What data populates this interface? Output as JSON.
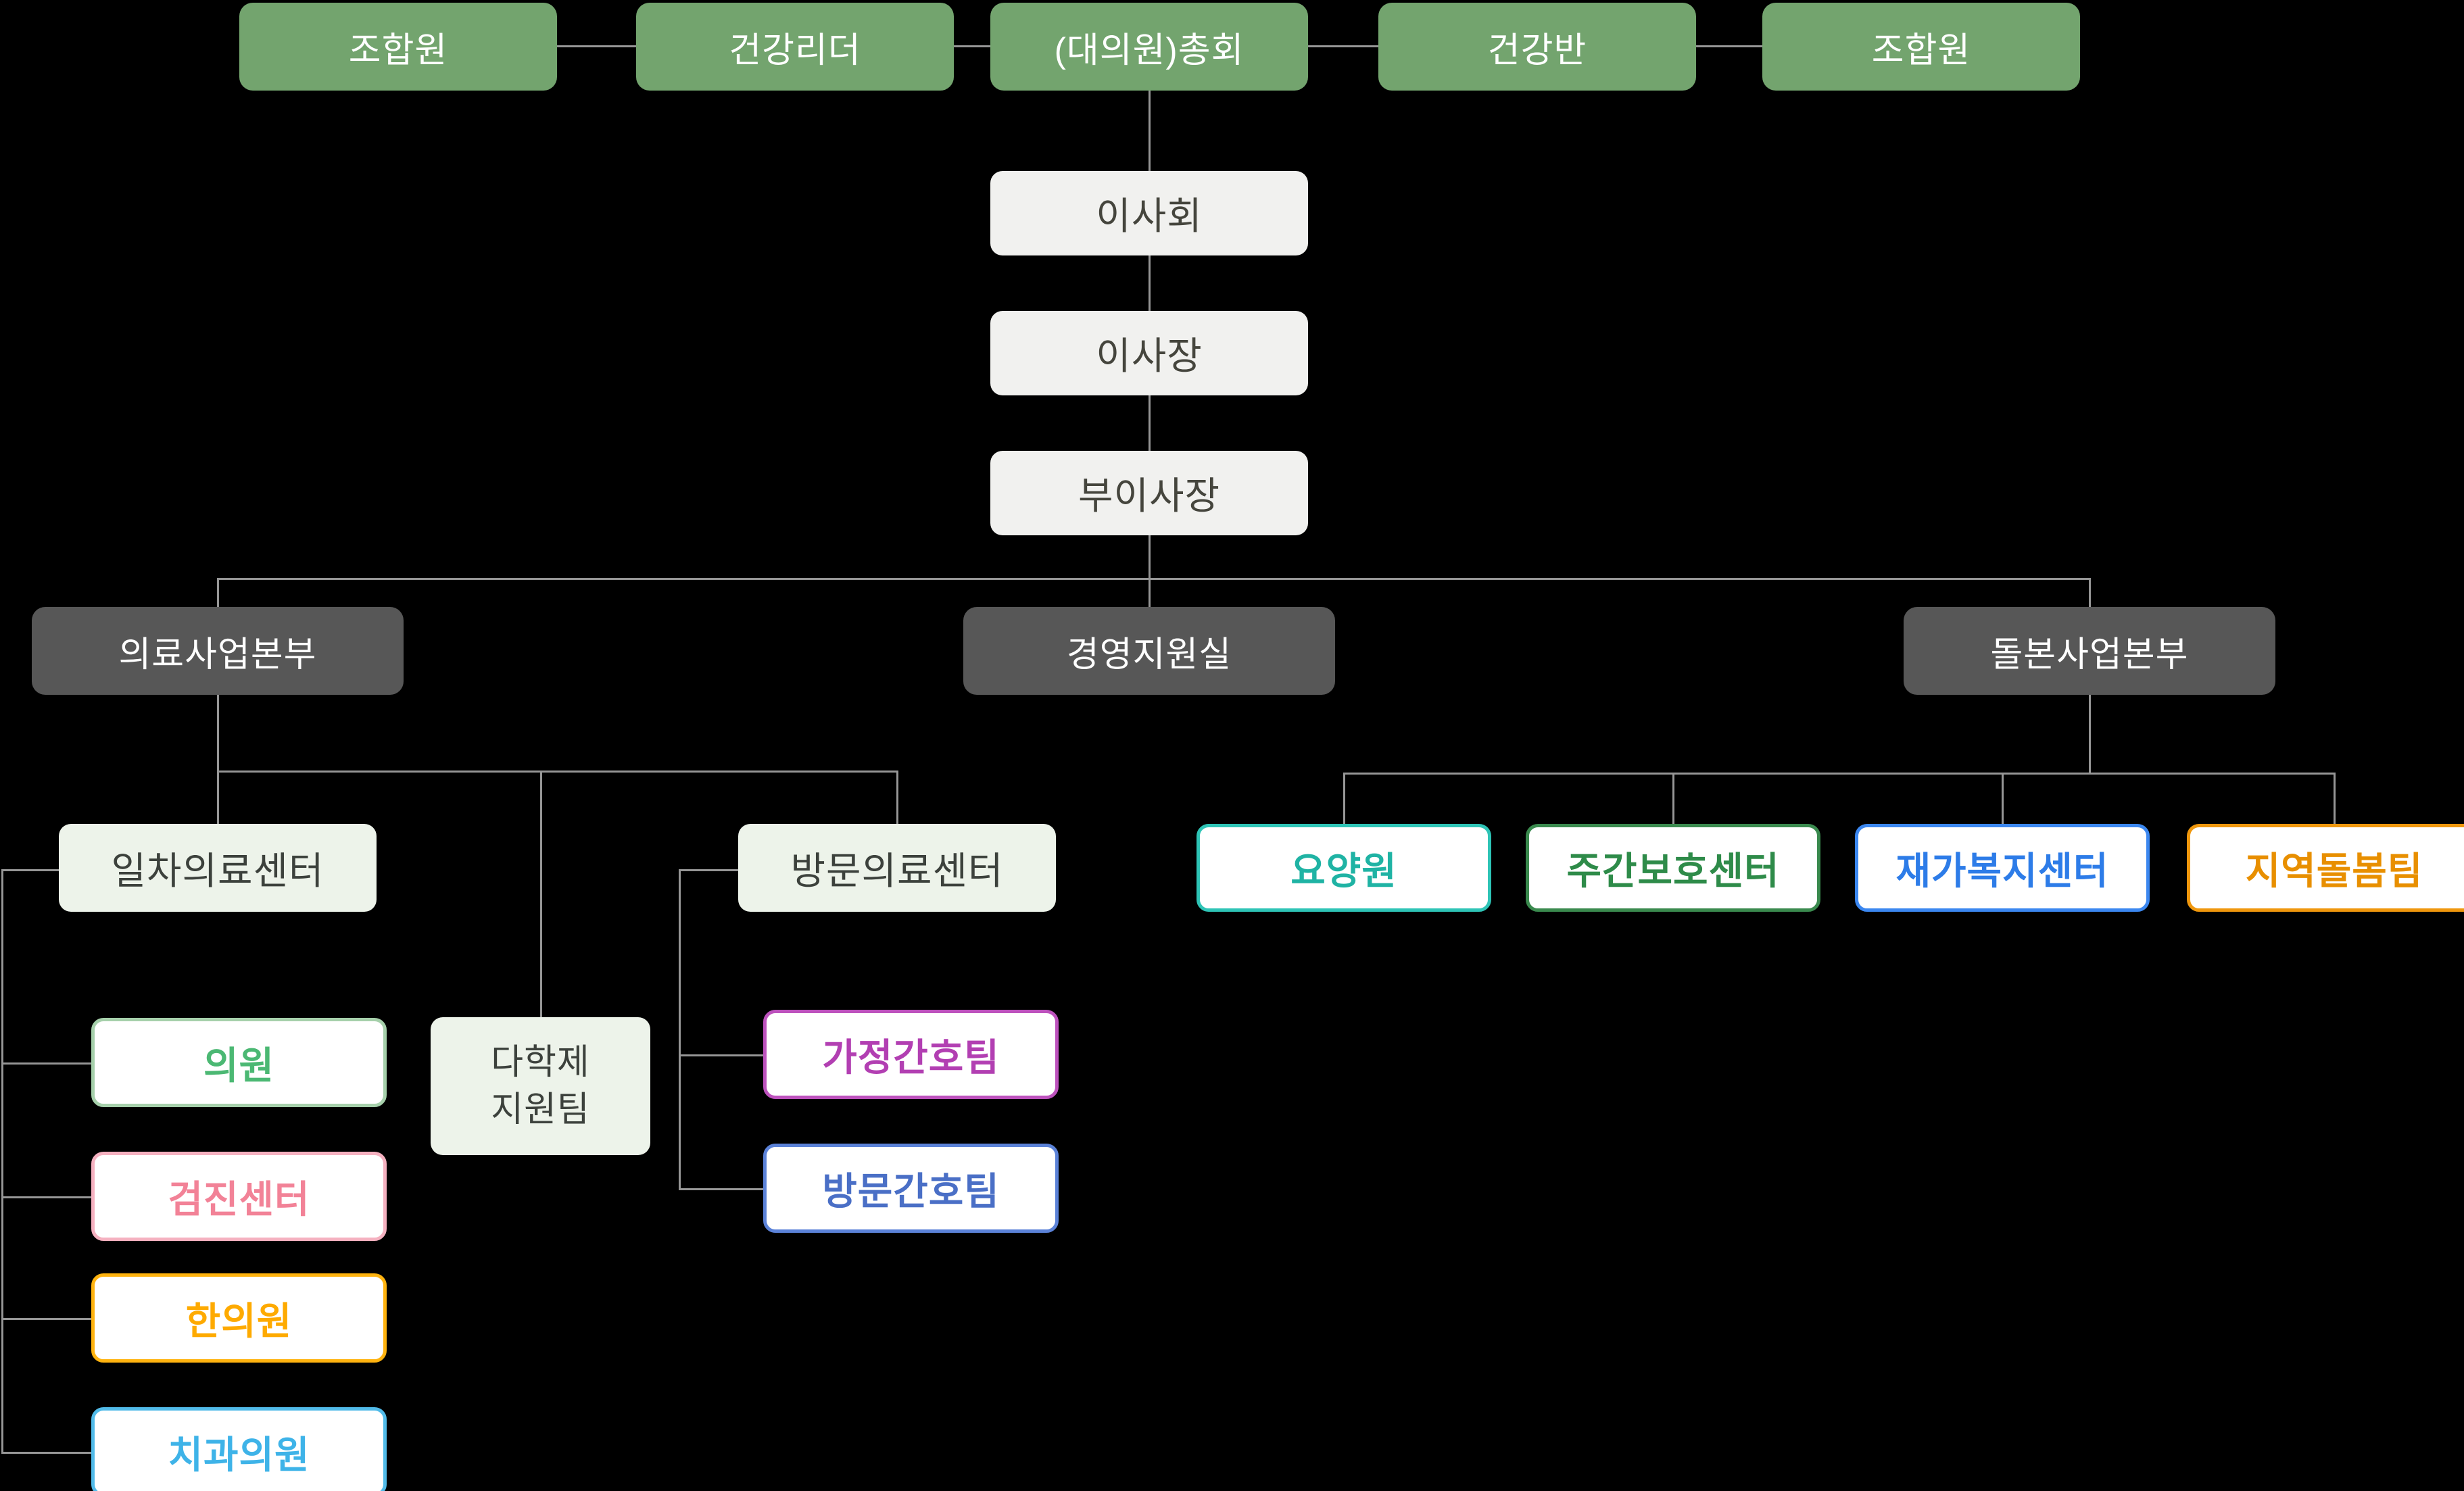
{
  "diagram": {
    "type": "organization-chart",
    "background": "#000000",
    "line_color": "#969696"
  },
  "top_row": {
    "box_color": "#73a46e",
    "text_color": "#ffffff",
    "items": [
      {
        "label": "조합원"
      },
      {
        "label": "건강리더"
      },
      {
        "label": "(대의원)총회"
      },
      {
        "label": "건강반"
      },
      {
        "label": "조합원"
      }
    ]
  },
  "executive_chain": {
    "box_color": "#f1f1ef",
    "text_color": "#45453d",
    "items": [
      {
        "label": "이사회"
      },
      {
        "label": "이사장"
      },
      {
        "label": "부이사장"
      }
    ]
  },
  "divisions": {
    "box_color": "#575757",
    "text_color": "#ffffff",
    "items": [
      {
        "label": "의료사업본부"
      },
      {
        "label": "경영지원실"
      },
      {
        "label": "돌본사업본부"
      }
    ]
  },
  "medical_division": {
    "centers": {
      "box_color": "#edf3ea",
      "text_color": "#3c413c",
      "primary": {
        "label": "일차의료센터"
      },
      "visiting": {
        "label": "방문의료센터"
      },
      "multidisciplinary": {
        "label": "다학제 지원팀",
        "line1": "다학제",
        "line2": "지원팀"
      }
    },
    "primary_children": [
      {
        "label": "의원",
        "text_color": "#4bb873",
        "border_color": "#a6d0ab"
      },
      {
        "label": "검진센터",
        "text_color": "#f28297",
        "border_color": "#f5b1c0"
      },
      {
        "label": "한의원",
        "text_color": "#feaa00",
        "border_color": "#ffb30f"
      },
      {
        "label": "치과의원",
        "text_color": "#3eb3e8",
        "border_color": "#51bbe9"
      }
    ],
    "visiting_children": [
      {
        "label": "가정간호팀",
        "text_color": "#b23fb2",
        "border_color": "#bd52bd"
      },
      {
        "label": "방문간호팀",
        "text_color": "#4a6fc6",
        "border_color": "#5b82d8"
      }
    ]
  },
  "care_division": {
    "children": [
      {
        "label": "요양원",
        "text_color": "#1fb3a4",
        "border_color": "#2ec4b6"
      },
      {
        "label": "주간보호센터",
        "text_color": "#2e8b49",
        "border_color": "#3a8a4e"
      },
      {
        "label": "재가복지센터",
        "text_color": "#2d7ce8",
        "border_color": "#3b87f0"
      },
      {
        "label": "지역돌봄팀",
        "text_color": "#e88f00",
        "border_color": "#ef970d"
      }
    ]
  }
}
